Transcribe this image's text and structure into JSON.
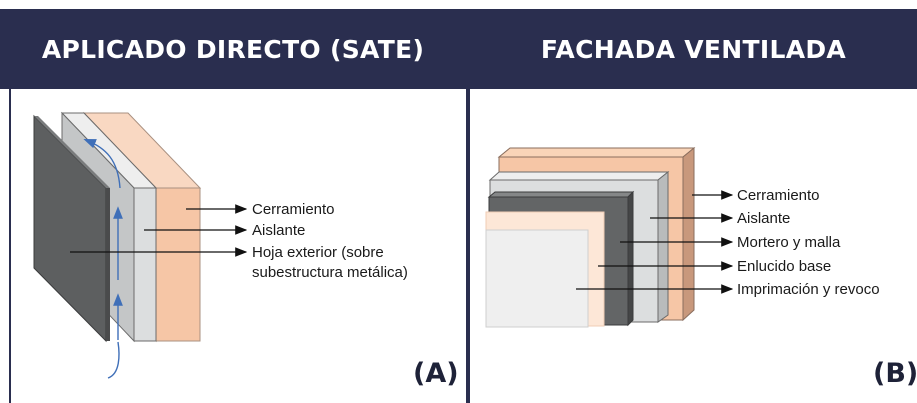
{
  "panels": {
    "left": {
      "title": "APLICADO DIRECTO (SATE)",
      "tag": "(A)",
      "labels": {
        "cerramiento": "Cerramiento",
        "aislante": "Aislante",
        "hoja_line1": "Hoja exterior (sobre",
        "hoja_line2": "subestructura metálica)"
      }
    },
    "right": {
      "title": "FACHADA VENTILADA",
      "tag": "(B)",
      "labels": {
        "cerramiento": "Cerramiento",
        "aislante": "Aislante",
        "mortero": "Mortero y malla",
        "enlucido": "Enlucido base",
        "imprimacion": "Imprimación y revoco"
      }
    }
  },
  "colors": {
    "header_bg": "#2a2e4f",
    "cerramiento": "#f6c6a6",
    "aislante": "#dcdedf",
    "hoja": "#5d5f60",
    "airflow": "#3f6fb8"
  }
}
